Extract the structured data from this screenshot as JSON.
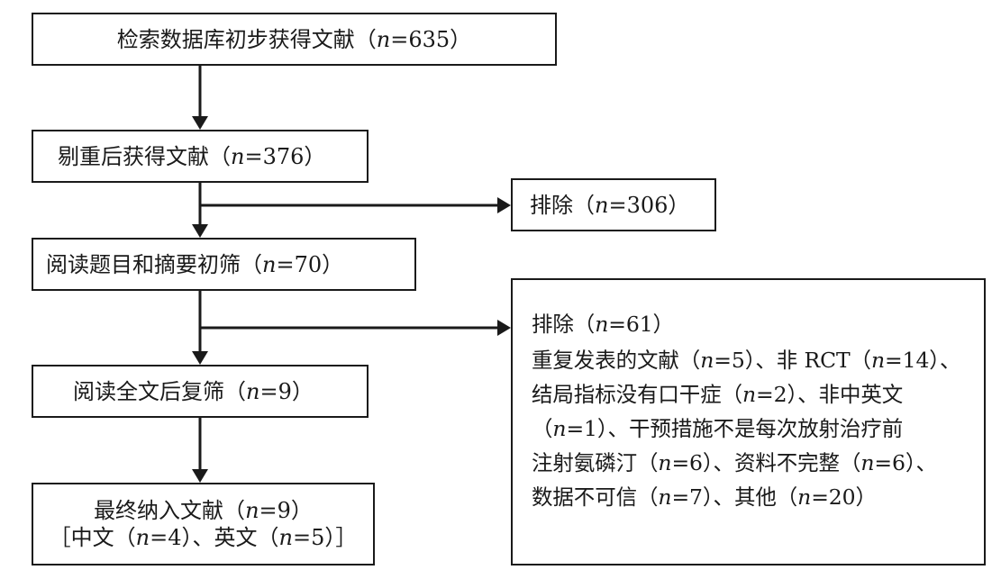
{
  "boxes": {
    "search": {
      "line1": {
        "before": "检索数据库初步获得文献（",
        "n": "n",
        "after": "=635）"
      }
    },
    "dedup": {
      "line1": {
        "before": "剔重后获得文献（",
        "n": "n",
        "after": "=376）"
      }
    },
    "exclude_first": {
      "line1": {
        "before": "排除（",
        "n": "n",
        "after": "=306）"
      }
    },
    "title_abstract": {
      "line1": {
        "before": "阅读题目和摘要初筛（",
        "n": "n",
        "after": "=70）"
      }
    },
    "full_text": {
      "line1": {
        "before": "阅读全文后复筛（",
        "n": "n",
        "after": "=9）"
      }
    },
    "final": {
      "line1": {
        "before": "最终纳入文献（",
        "n": "n",
        "after": "=9）"
      },
      "line2": {
        "p1": "［中文（",
        "n1": "n",
        "p2": "=4）、英文（",
        "n2": "n",
        "p3": "=5）］"
      }
    },
    "exclude_second": {
      "line1": {
        "p1": "排除（",
        "n1": "n",
        "p2": "=61）"
      },
      "line2": {
        "p1": "重复发表的文献（",
        "n1": "n",
        "p2": "=5）、非 RCT（",
        "n2": "n",
        "p3": "=14）、"
      },
      "line3": {
        "p1": "结局指标没有口干症（",
        "n1": "n",
        "p2": "=2）、非中英文"
      },
      "line4": {
        "p1": "（",
        "n1": "n",
        "p2": "=1）、干预措施不是每次放射治疗前"
      },
      "line5": {
        "p1": "注射氨磷汀（",
        "n1": "n",
        "p2": "=6）、资料不完整（",
        "n2": "n",
        "p3": "=6）、"
      },
      "line6": {
        "p1": "数据不可信（",
        "n1": "n",
        "p2": "=7）、其他（",
        "n2": "n",
        "p3": "=20）"
      }
    }
  },
  "colors": {
    "line": "#1a1a1a",
    "background": "#ffffff"
  }
}
